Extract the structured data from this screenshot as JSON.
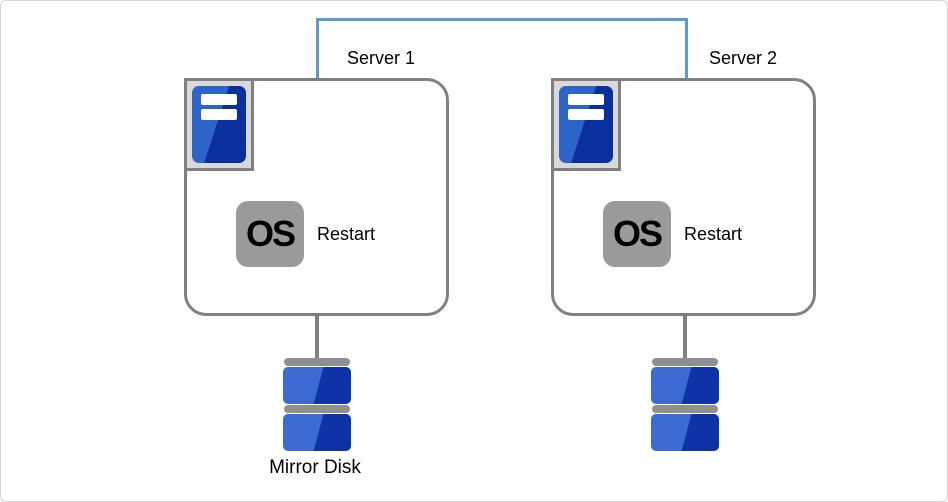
{
  "colors": {
    "connector-blue": "#5B9BD5",
    "line-gray": "#808080",
    "icon-bg": "#d9d9d9",
    "tower-light": "#2d64c8",
    "tower-dark": "#0a2f9e",
    "disk-light": "#3b6ad3",
    "disk-dark": "#0c34a8",
    "os-badge-gray": "#9a9a9a",
    "bar-gray": "#8f8f8f",
    "text": "#000000"
  },
  "servers": [
    {
      "label": "Server 1",
      "os_label": "OS",
      "action_label": "Restart",
      "icon": "server-tower-icon"
    },
    {
      "label": "Server 2",
      "os_label": "OS",
      "action_label": "Restart",
      "icon": "server-tower-icon"
    }
  ],
  "interconnect": {
    "icon": "interconnect-line"
  },
  "disks": [
    {
      "label": "Mirror Disk",
      "icon": "mirror-disk-icon"
    },
    {
      "label": "",
      "icon": "mirror-disk-icon"
    }
  ]
}
